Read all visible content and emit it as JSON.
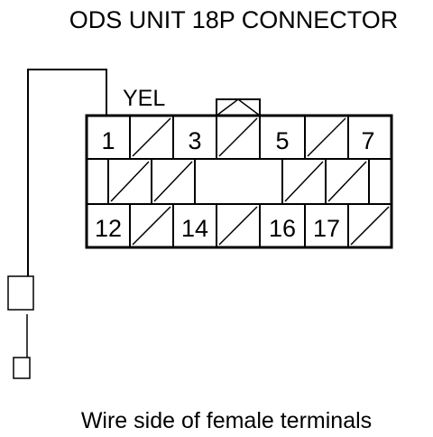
{
  "title": "ODS UNIT 18P CONNECTOR",
  "wire_label": "YEL",
  "caption": "Wire side of female terminals",
  "connector": {
    "row1": [
      "1",
      "",
      "3",
      "",
      "5",
      "",
      "7"
    ],
    "row2": [
      "",
      "",
      "",
      "",
      "",
      "",
      "",
      ""
    ],
    "row3": [
      "12",
      "",
      "14",
      "",
      "16",
      "17",
      ""
    ]
  },
  "colors": {
    "line": "#000000",
    "background": "#ffffff"
  }
}
